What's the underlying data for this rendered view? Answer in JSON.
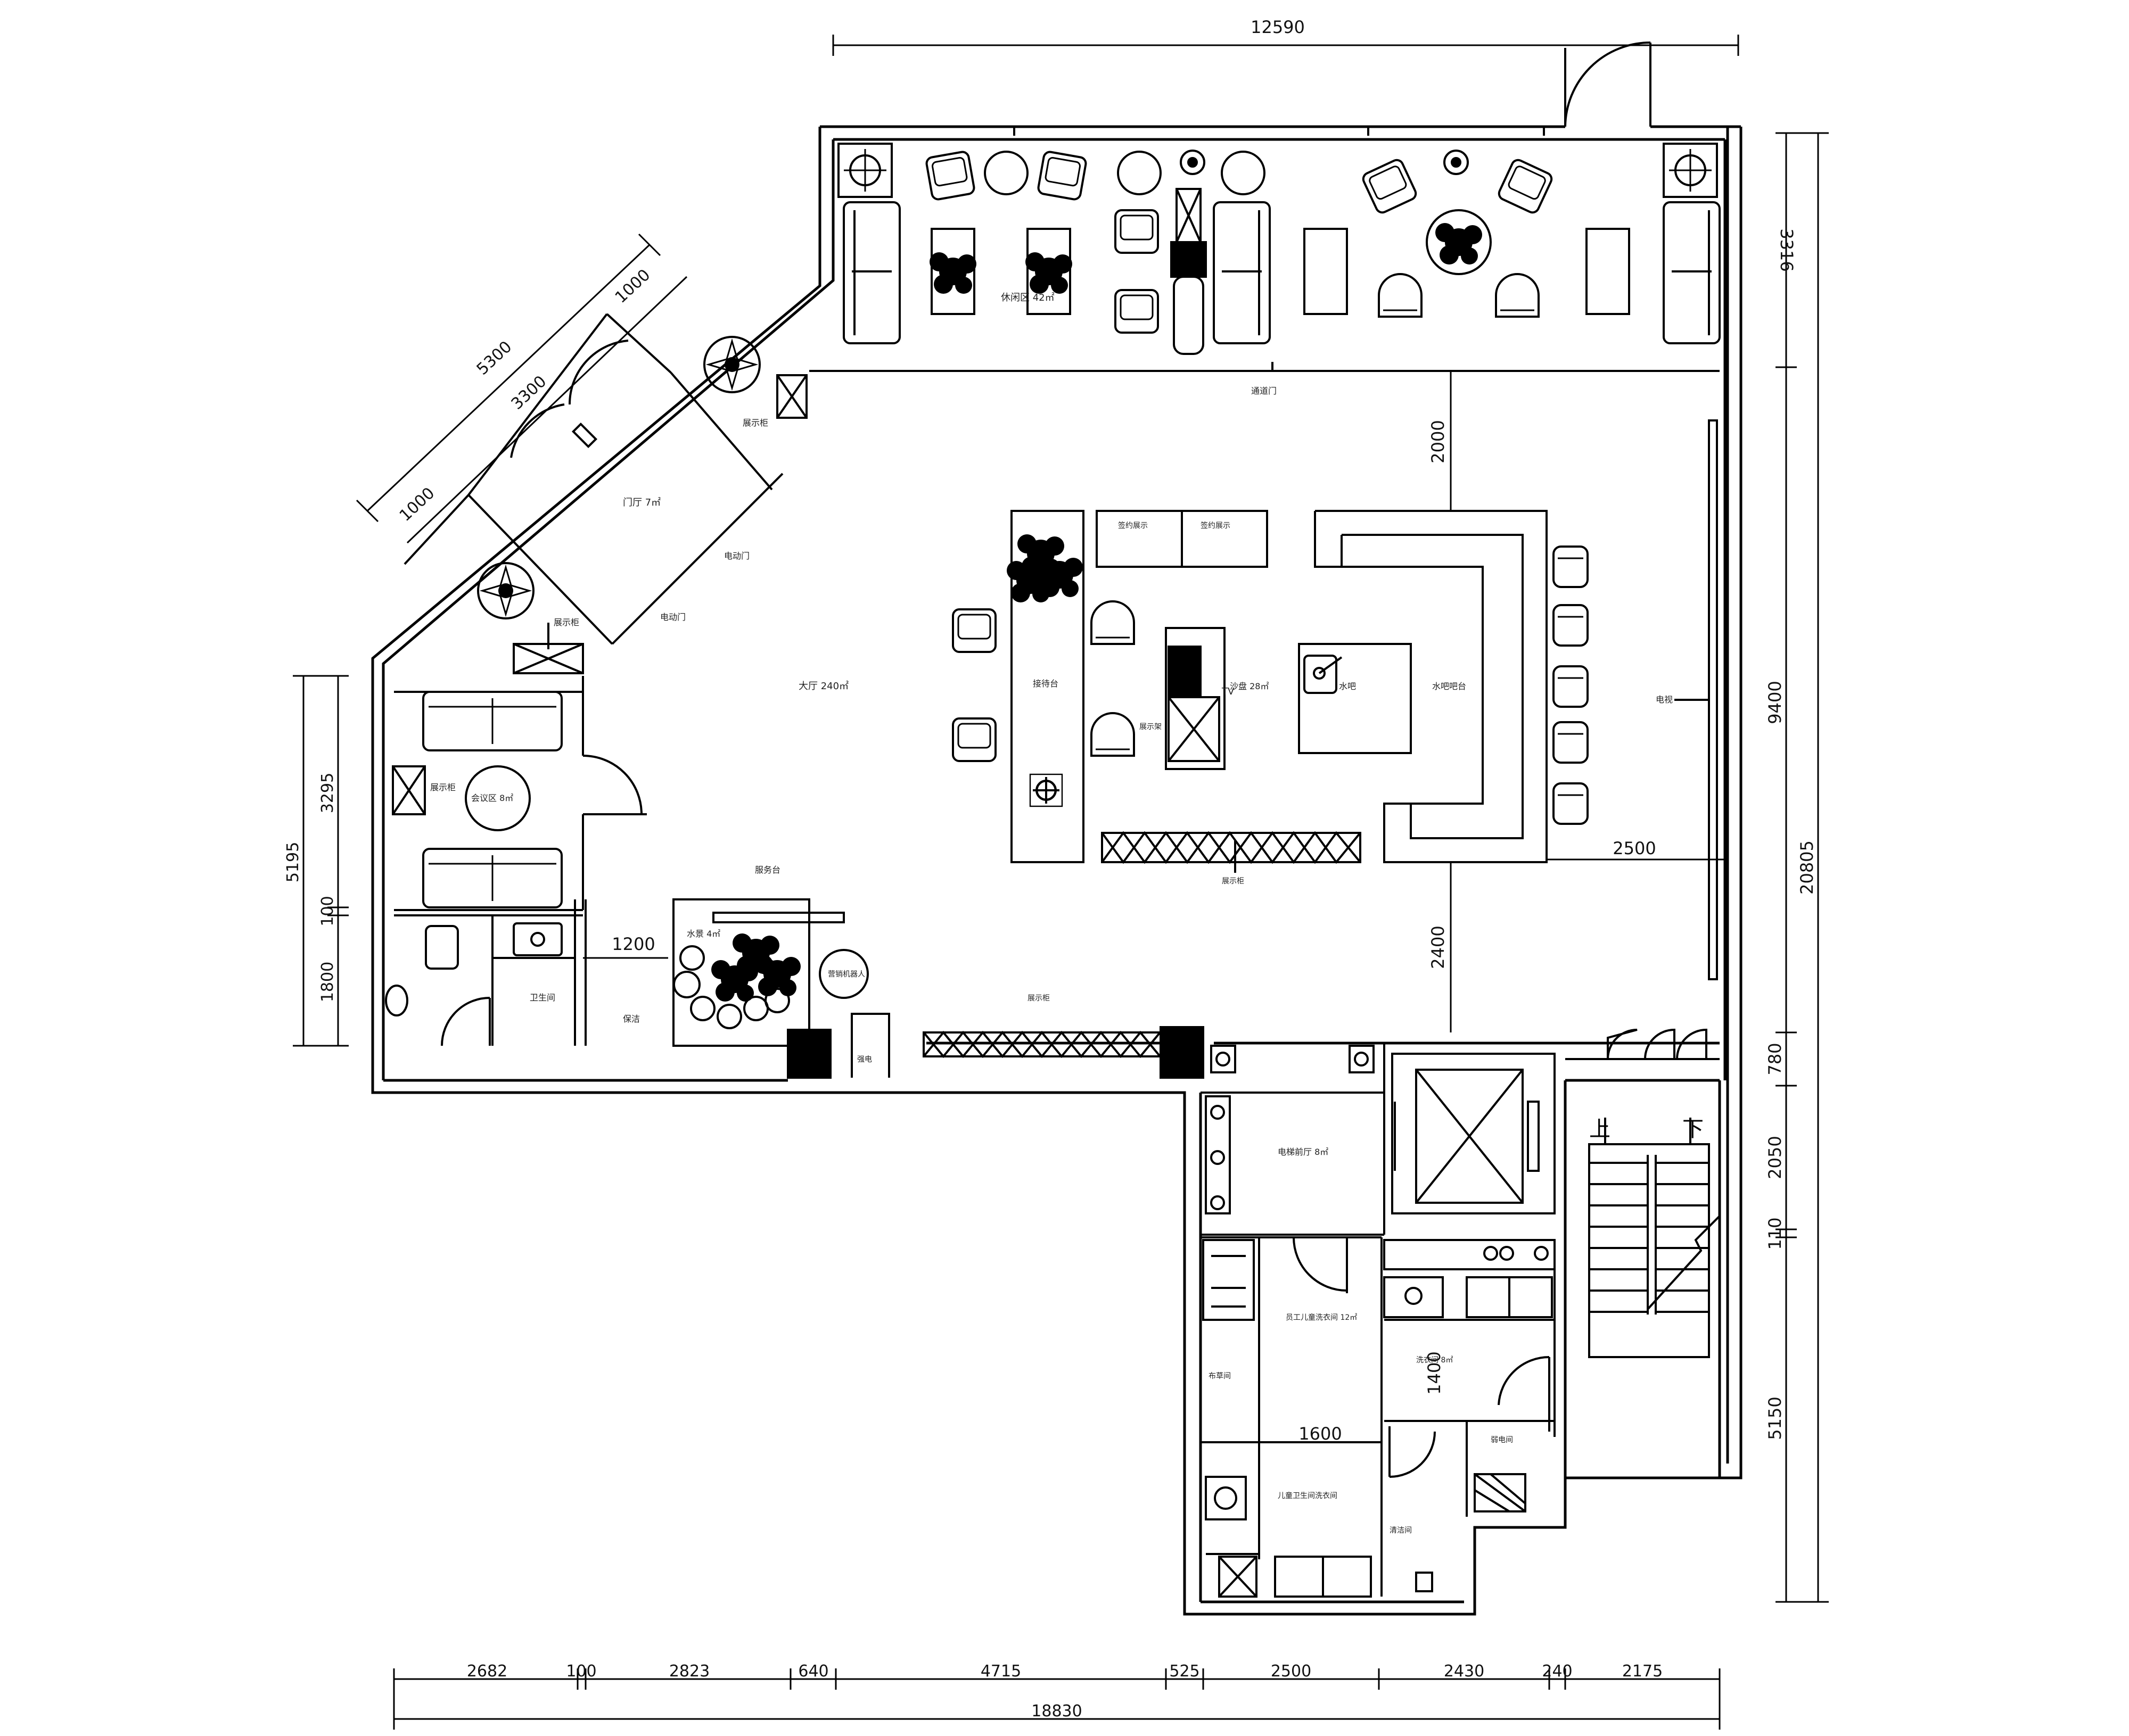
{
  "dimensions": {
    "top_total": "12590",
    "bottom_segments": [
      "2682",
      "100",
      "2823",
      "640",
      "4715",
      "525",
      "2500",
      "2430",
      "240",
      "2175"
    ],
    "bottom_total": "18830",
    "right_segments": [
      "3316",
      "9400",
      "780",
      "2050",
      "110",
      "5150"
    ],
    "right_total": "20805",
    "left_segments": [
      "3295",
      "100",
      "1800"
    ],
    "left_total": "5195",
    "diagonal": [
      "5300",
      "3300",
      "1000",
      "1000"
    ],
    "interior": [
      "2000",
      "2500",
      "2400",
      "1200",
      "1400",
      "1600"
    ]
  },
  "stairs": {
    "up": "上",
    "down": "下"
  },
  "rooms": {
    "r1": "休闲区 42㎡",
    "r2": "通道门",
    "r3": "门厅 7㎡",
    "r4": "电动门",
    "r5": "电动门",
    "r6": "展示柜",
    "r7": "展示柜",
    "r8": "会议区 8㎡",
    "r9": "展示柜",
    "r10": "大厅 240㎡",
    "r11": "接待台",
    "r12": "沙盘 28㎡",
    "r13": "水吧",
    "r14": "水吧吧台",
    "r15": "签约展示",
    "r16": "签约展示",
    "r17": "TV",
    "r18": "展示架",
    "r19": "电视",
    "r20": "展示柜",
    "r21": "水景 4㎡",
    "r22": "服务台",
    "r23": "展示柜",
    "r24": "营销机器人",
    "r25": "强电",
    "r26": "卫生间",
    "r27": "保洁",
    "r28": "电梯前厅 8㎡",
    "r29": "员工儿童洗衣间 12㎡",
    "r30": "布草间",
    "r31": "洗衣间 8㎡",
    "r32": "弱电间",
    "r33": "儿童卫生间洗衣间",
    "r34": "清洁间"
  }
}
